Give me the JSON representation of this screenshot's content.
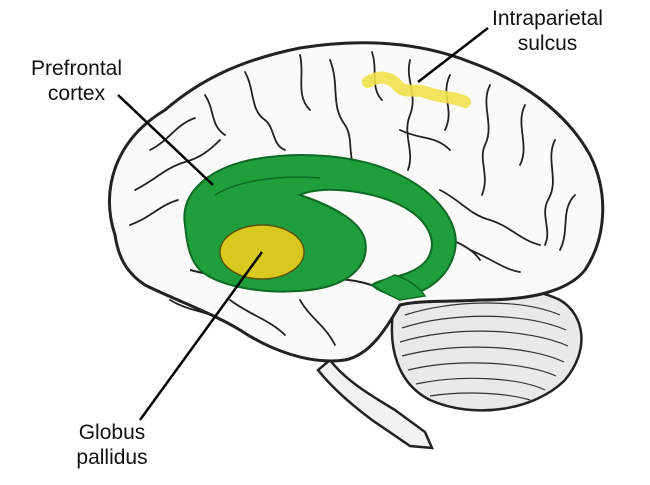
{
  "labels": {
    "intraparietal": {
      "line1": "Intraparietal",
      "line2": "sulcus"
    },
    "prefrontal": {
      "line1": "Prefrontal",
      "line2": "cortex"
    },
    "globus": {
      "line1": "Globus",
      "line2": "pallidus"
    }
  },
  "colors": {
    "background": "#ffffff",
    "brain_fill": "#fafafa",
    "sulci": "#222222",
    "striatum": "#1f9e3c",
    "striatum_dark": "#0e6a24",
    "globus_pallidus": "#d9c81e",
    "intraparietal": "#f0e14a",
    "cerebellum": "#e8e8e8"
  }
}
